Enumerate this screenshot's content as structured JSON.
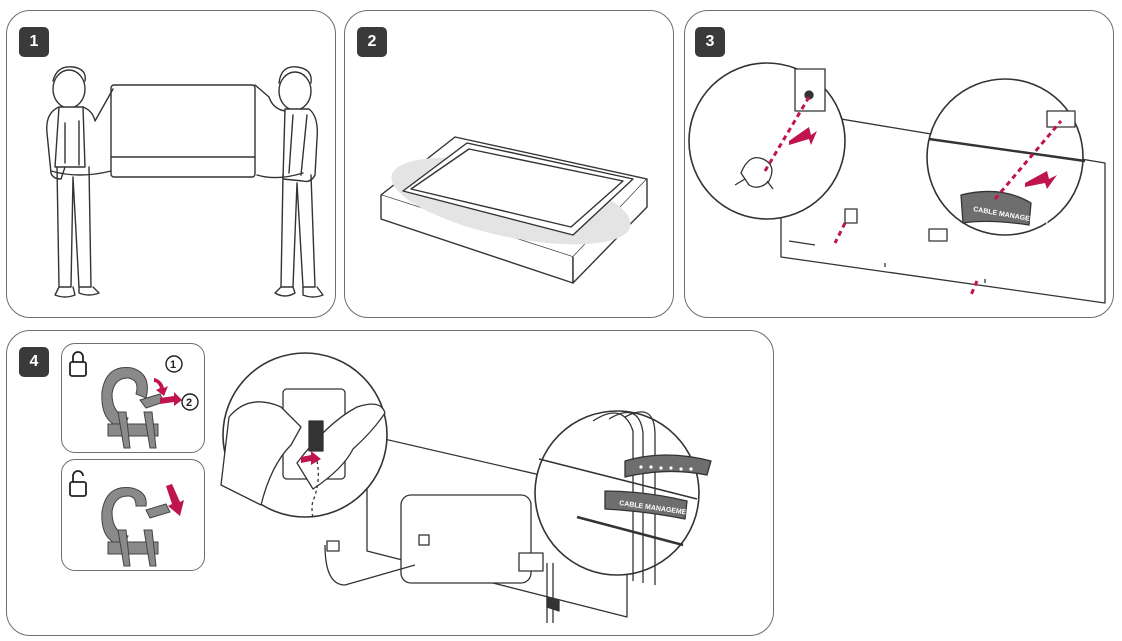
{
  "steps": [
    {
      "number": "1"
    },
    {
      "number": "2"
    },
    {
      "number": "3"
    },
    {
      "number": "4"
    }
  ],
  "labels": {
    "cable_management_1": "CABLE MANAGEMENT",
    "cable_management_2": "CABLE MANAGEMENT",
    "sub_step_1": "1",
    "sub_step_2": "2"
  },
  "colors": {
    "accent": "#c0144c",
    "outline": "#333333",
    "border": "#6e6e6e",
    "badge_bg": "#3a3a3a",
    "clip_gray": "#8a8a8a"
  },
  "icons": [
    "lock-closed-icon",
    "lock-open-icon",
    "arrow-icon"
  ]
}
